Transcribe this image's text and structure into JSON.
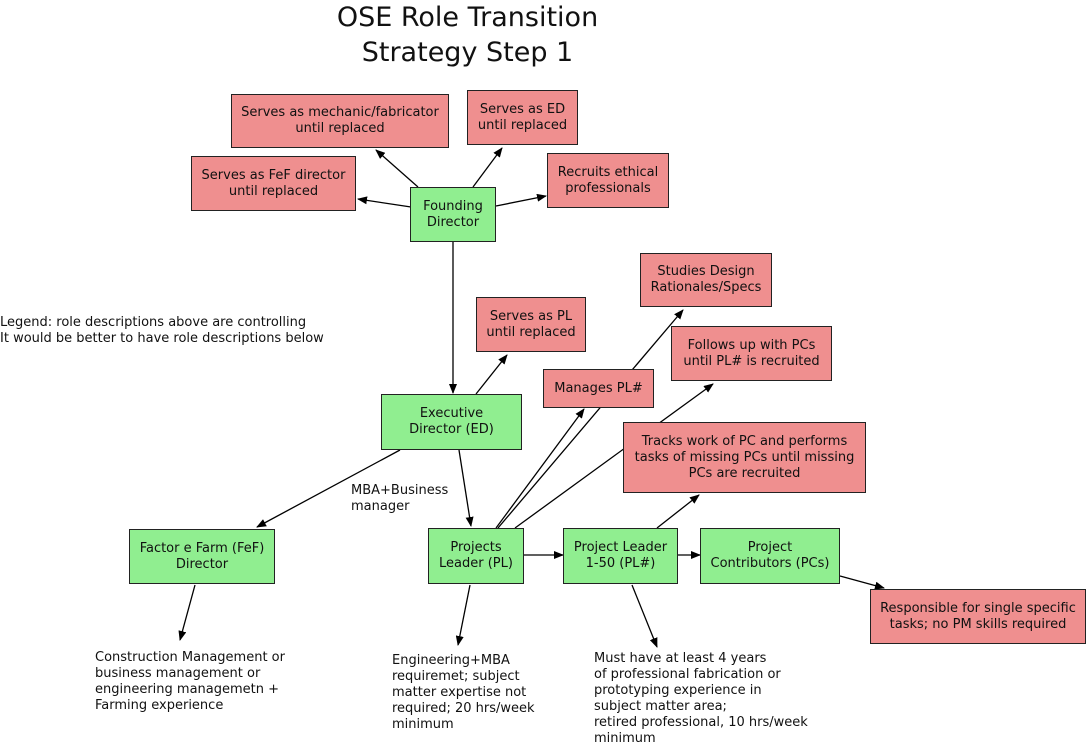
{
  "title": "OSE Role Transition\nStrategy Step 1",
  "legend": "Legend: role descriptions above are controlling\nIt would be better to have role descriptions below",
  "nodes": {
    "founding_director": "Founding\nDirector",
    "mechanic": "Serves as mechanic/fabricator\nuntil replaced",
    "serves_ed": "Serves as ED\nuntil replaced",
    "serves_fef": "Serves as FeF director\nuntil replaced",
    "recruits": "Recruits ethical\nprofessionals",
    "studies_design": "Studies Design\nRationales/Specs",
    "serves_pl": "Serves as PL\nuntil replaced",
    "follows_up": "Follows up with PCs\nuntil PL# is recruited",
    "manages_pl": "Manages PL#",
    "executive_director": "Executive\nDirector (ED)",
    "tracks_work": "Tracks work of PC and performs\ntasks of missing PCs until missing\nPCs are recruited",
    "fef_director": "Factor e Farm (FeF)\nDirector",
    "projects_leader": "Projects\nLeader (PL)",
    "project_leader_150": "Project Leader\n1-50 (PL#)",
    "project_contributors": "Project\nContributors (PCs)",
    "responsible": "Responsible for single specific\ntasks; no PM skills required"
  },
  "notes": {
    "mba_business": "MBA+Business\nmanager",
    "construction": "Construction Management or\nbusiness management or\nengineering managemetn +\nFarming experience",
    "engineering": "Engineering+MBA\nrequiremet; subject\nmatter expertise not\nrequired; 20 hrs/week\nminimum",
    "must_have": "Must have at least 4 years\nof professional fabrication or\nprototyping experience in\nsubject matter area;\nretired professional, 10  hrs/week\nminimum"
  },
  "colors": {
    "red_box": "#ef8f8f",
    "green_box": "#90ee90",
    "edge": "#000000"
  }
}
